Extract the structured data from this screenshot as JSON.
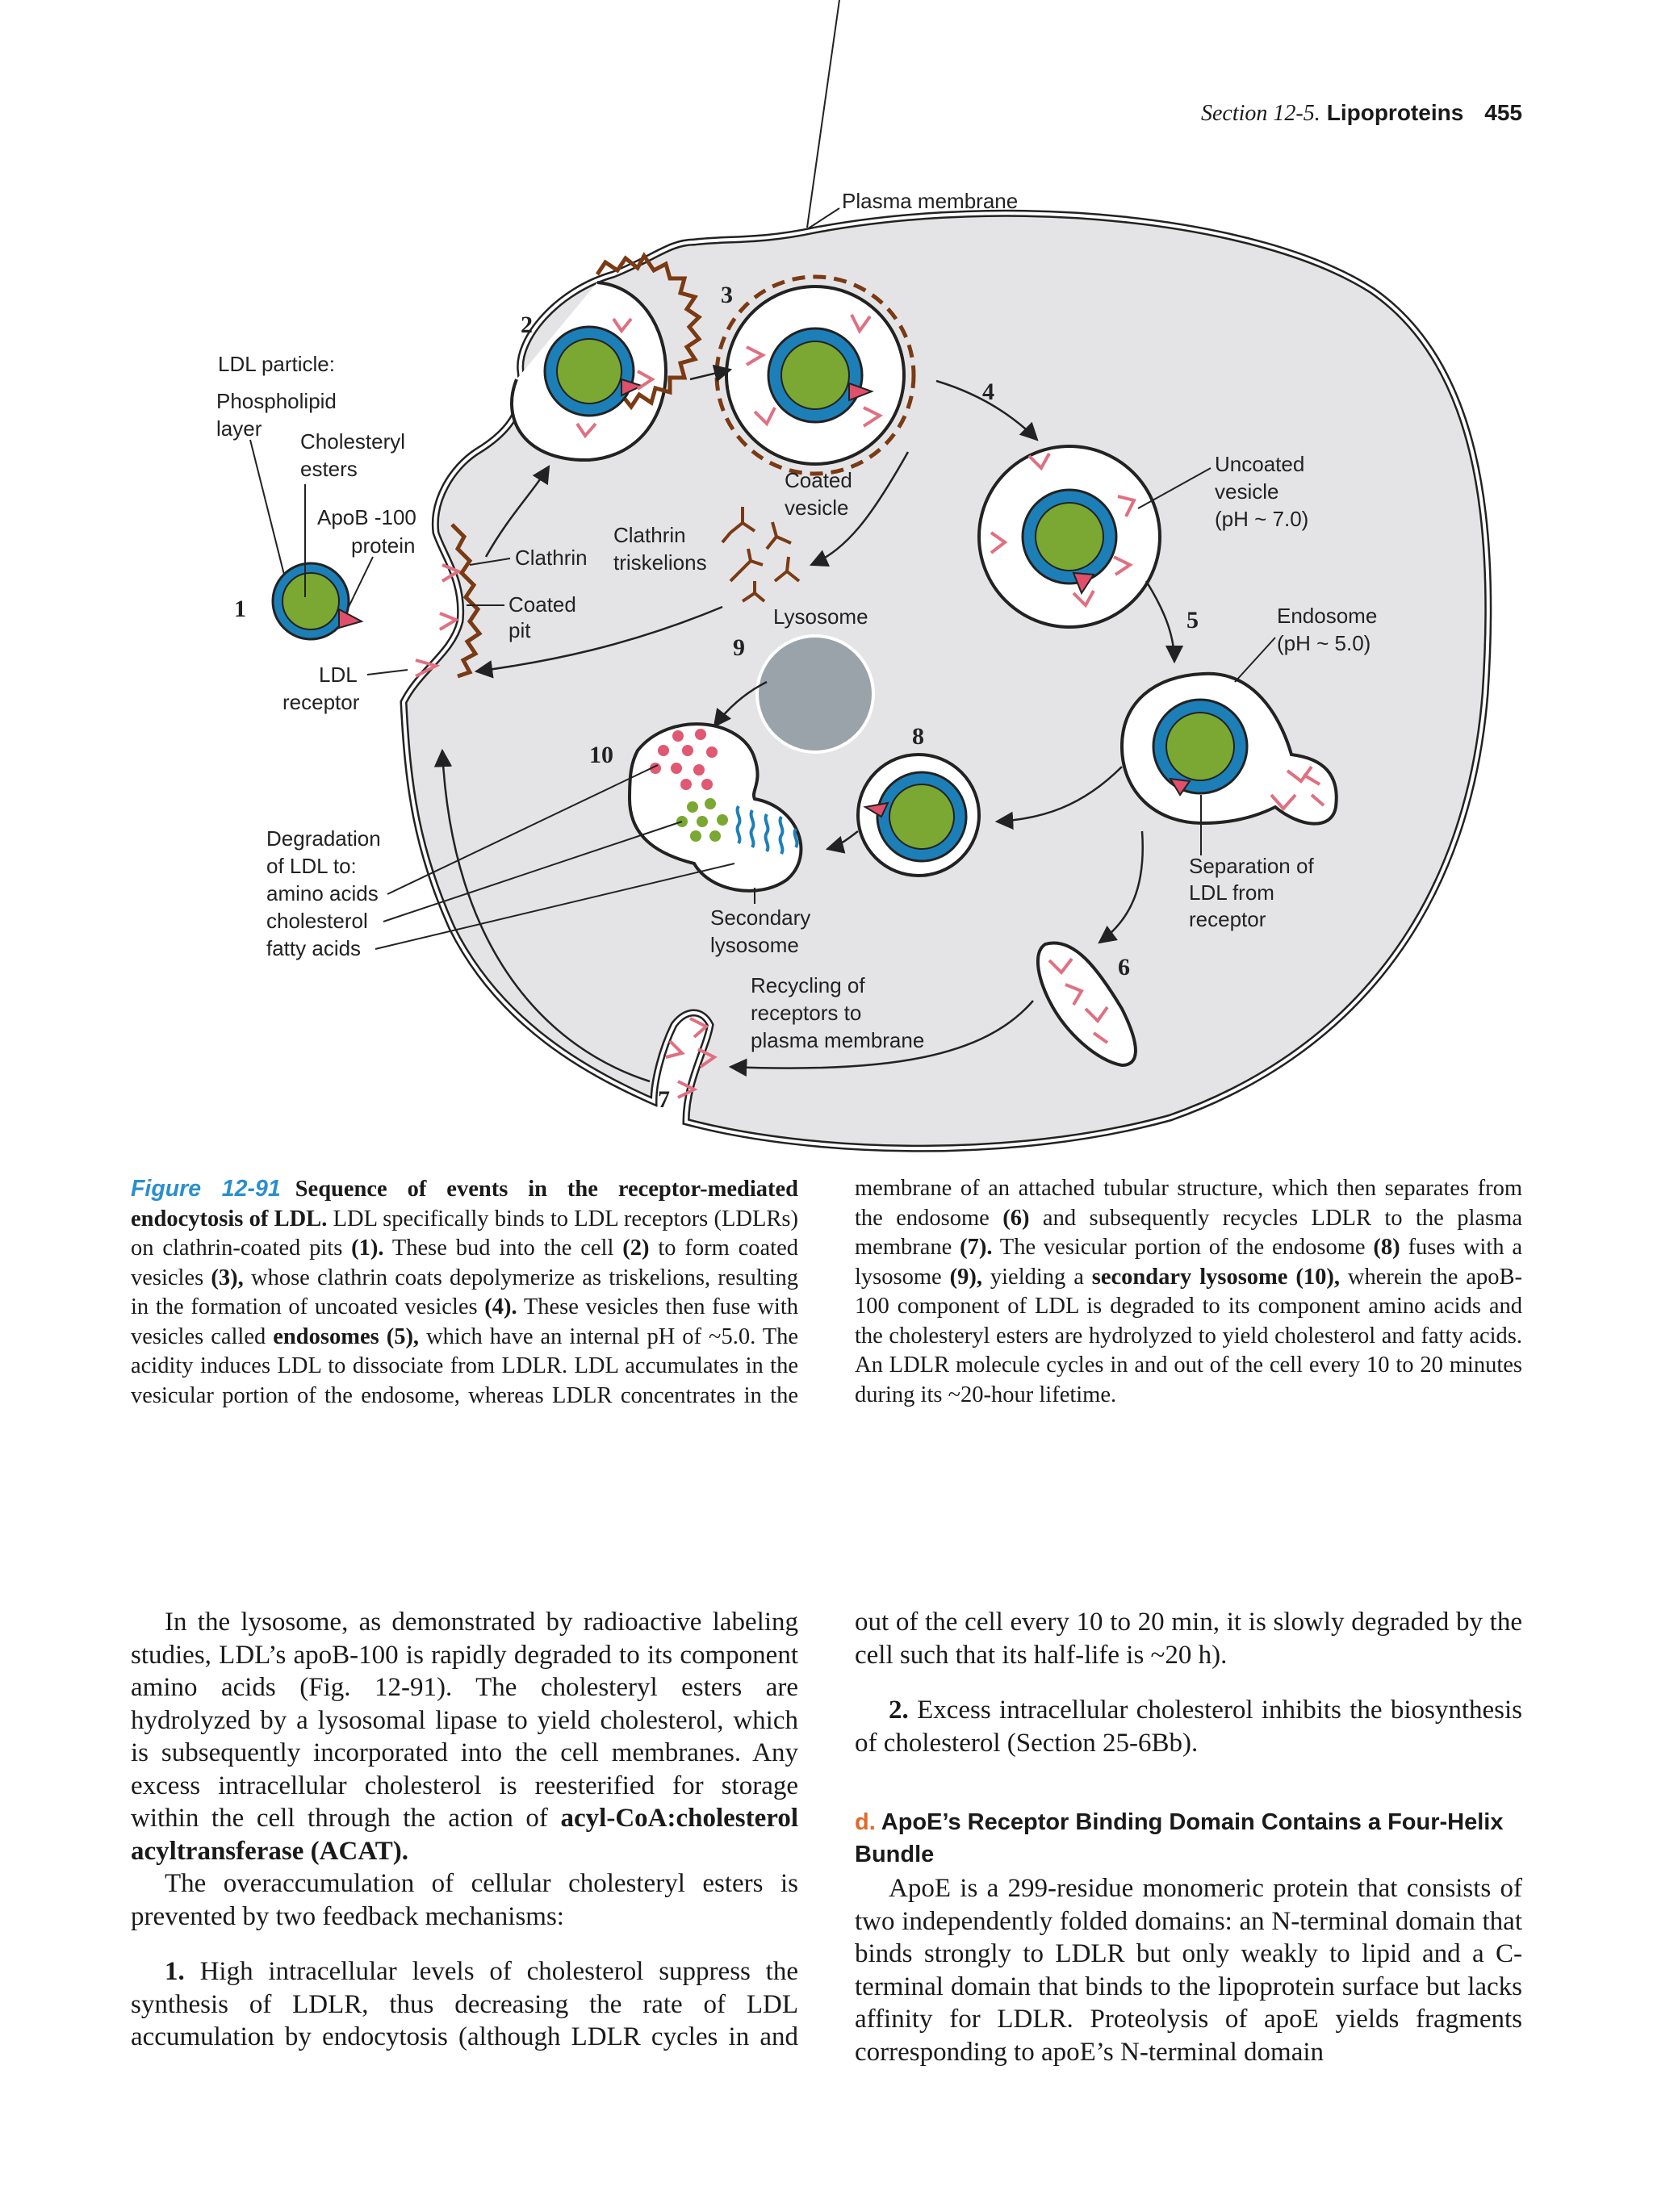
{
  "header": {
    "section": "Section 12-5.",
    "section_title": "Lipoproteins",
    "page_number": "455"
  },
  "figure": {
    "labels": {
      "plasma_membrane": "Plasma membrane",
      "ldl_particle": "LDL particle:",
      "phospholipid_1": "Phospholipid",
      "phospholipid_2": "layer",
      "cholesteryl_1": "Cholesteryl",
      "cholesteryl_2": "esters",
      "apob_1": "ApoB -100",
      "apob_2": "protein",
      "ldl_receptor_1": "LDL",
      "ldl_receptor_2": "receptor",
      "clathrin": "Clathrin",
      "coated_pit_1": "Coated",
      "coated_pit_2": "pit",
      "clathrin_trisk_1": "Clathrin",
      "clathrin_trisk_2": "triskelions",
      "coated_vesicle_1": "Coated",
      "coated_vesicle_2": "vesicle",
      "uncoated_1": "Uncoated",
      "uncoated_2": "vesicle",
      "uncoated_3": "(pH ~ 7.0)",
      "lysosome": "Lysosome",
      "endosome_1": "Endosome",
      "endosome_2": "(pH ~ 5.0)",
      "degradation_1": "Degradation",
      "degradation_2": "of LDL to:",
      "amino_acids": "amino acids",
      "cholesterol": "cholesterol",
      "fatty_acids": "fatty acids",
      "secondary_1": "Secondary",
      "secondary_2": "lysosome",
      "separation_1": "Separation of",
      "separation_2": "LDL from",
      "separation_3": "receptor",
      "recycling_1": "Recycling of",
      "recycling_2": "receptors to",
      "recycling_3": "plasma membrane"
    },
    "steps": [
      "1",
      "2",
      "3",
      "4",
      "5",
      "6",
      "7",
      "8",
      "9",
      "10"
    ],
    "colors": {
      "cytoplasm": "#e4e4e6",
      "ldl_shell": "#1d7fb8",
      "ldl_core": "#7aa832",
      "apob": "#e0506a",
      "receptor": "#e07080",
      "clathrin": "#7a3a14",
      "lysosome": "#9aa3aa"
    }
  },
  "caption": {
    "figure_label": "Figure 12-91",
    "title": "Sequence of events in the receptor-mediated endocytosis of LDL.",
    "s1": "LDL specifically binds to LDL receptors (LDLRs) on clathrin-coated pits",
    "r1": "(1).",
    "s2": "These bud into the cell",
    "r2": "(2)",
    "s3": "to form coated vesicles",
    "r3": "(3),",
    "s4": "whose clathrin coats depolymerize as triskelions, resulting in the formation of uncoated vesicles",
    "r4": "(4).",
    "s5": "These vesicles then fuse with vesicles called",
    "r5": "endosomes (5),",
    "s6": "which have an internal pH of ~5.0. The acidity induces LDL to dissociate from LDLR. LDL accumulates in the vesicular portion of the endosome, whereas LDLR concentrates in the membrane of an attached tubular structure, which then separates from the endosome",
    "r6": "(6)",
    "s7": "and subsequently recycles LDLR to the plasma membrane",
    "r7": "(7).",
    "s8": "The vesicular portion of the endosome",
    "r8": "(8)",
    "s9": "fuses with a lysosome",
    "r9": "(9),",
    "s10": "yielding a",
    "r10": "secondary lysosome (10),",
    "s11": "wherein the apoB-100 component of LDL is degraded to its component amino acids and the cholesteryl esters are hydrolyzed to yield cholesterol and fatty acids. An LDLR molecule cycles in and out of the cell every 10 to 20 minutes during its ~20-hour lifetime."
  },
  "body": {
    "p1a": "In the lysosome, as demonstrated by radioactive labeling studies, LDL’s apoB-100 is rapidly degraded to its component amino acids (Fig. 12-91). The cholesteryl esters are hydrolyzed by a lysosomal lipase to yield cholesterol, which is subsequently incorporated into the cell membranes. Any excess intracellular cholesterol is reesterified for storage within the cell through the action of",
    "p1b": "acyl-CoA:cholesterol acyltransferase (ACAT).",
    "p2": "The overaccumulation of cellular cholesteryl esters is prevented by two feedback mechanisms:",
    "p3n": "1.",
    "p3": "High intracellular levels of cholesterol suppress the synthesis of LDLR, thus decreasing the rate of LDL accumulation by endocytosis (although LDLR cycles in and out of the cell every 10 to 20 min, it is slowly degraded by the cell such that its half-life is ~20 h).",
    "p4n": "2.",
    "p4": "Excess intracellular cholesterol inhibits the biosynthesis of cholesterol (Section 25-6Bb).",
    "h_letter": "d.",
    "h_text": "ApoE’s Receptor Binding Domain Contains a Four-Helix Bundle",
    "p5": "ApoE is a 299-residue monomeric protein that consists of two independently folded domains: an N-terminal domain that binds strongly to LDLR but only weakly to lipid and a C-terminal domain that binds to the lipoprotein surface but lacks affinity for LDLR. Proteolysis of apoE yields fragments corresponding to apoE’s N-terminal domain"
  }
}
